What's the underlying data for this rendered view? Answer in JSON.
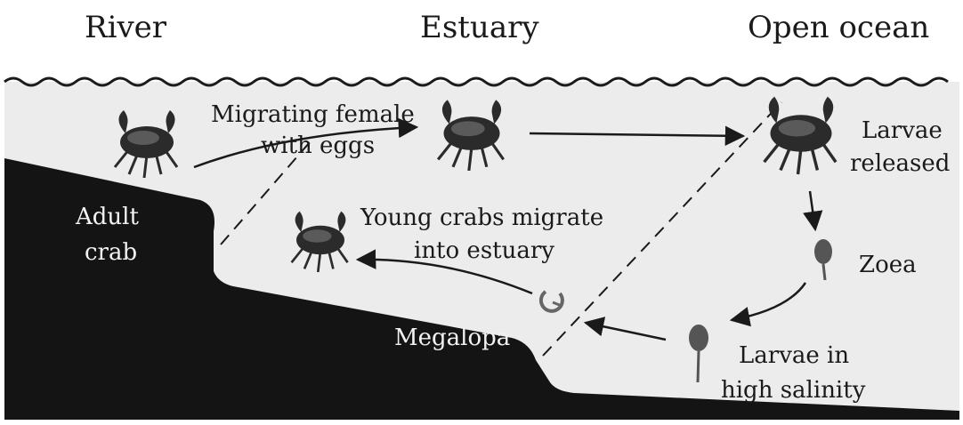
{
  "regions": {
    "river": "River",
    "estuary": "Estuary",
    "open_ocean": "Open ocean"
  },
  "labels": {
    "migrating_line1": "Migrating female",
    "migrating_line2": "with eggs",
    "adult_line1": "Adult",
    "adult_line2": "crab",
    "larvae_released_line1": "Larvae",
    "larvae_released_line2": "released",
    "young_line1": "Young crabs migrate",
    "young_line2": "into estuary",
    "zoea": "Zoea",
    "megalopa": "Megalopa",
    "high_salinity_line1": "Larvae in",
    "high_salinity_line2": "high salinity"
  },
  "colors": {
    "water": "#ececec",
    "seabed": "#141414",
    "ink": "#1a1a1a",
    "crab": "#2b2b2b"
  }
}
